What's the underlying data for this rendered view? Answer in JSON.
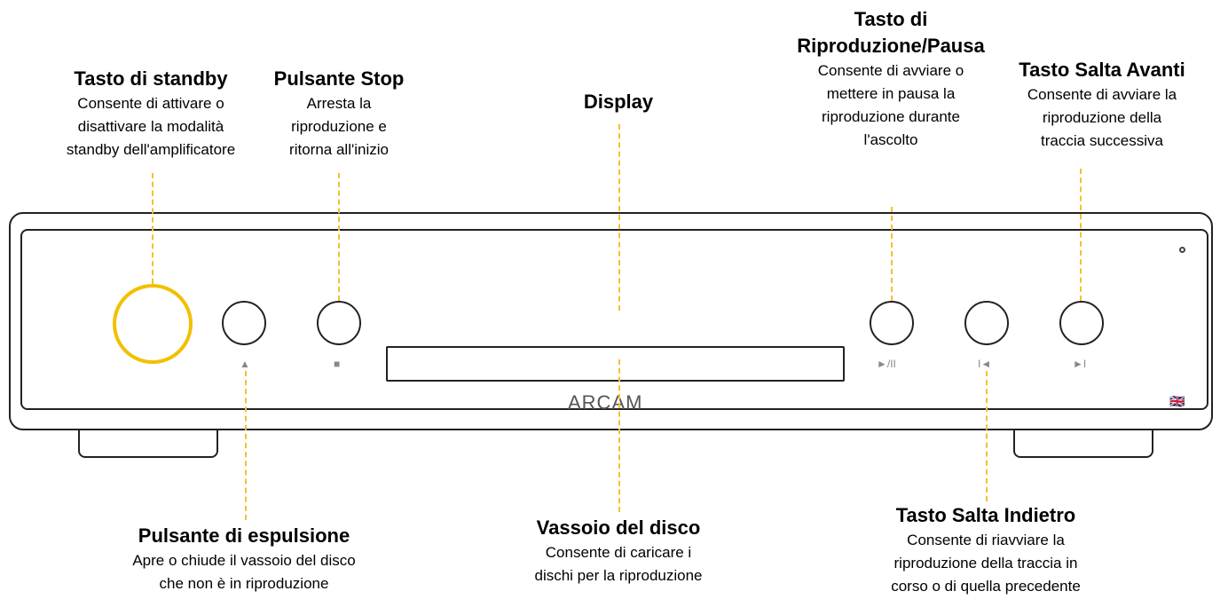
{
  "callouts": {
    "standby": {
      "title": "Tasto di standby",
      "desc": "Consente di attivare o\ndisattivare la modalità\nstandby dell'amplificatore"
    },
    "stop": {
      "title": "Pulsante Stop",
      "desc": "Arresta la\nriproduzione e\nritorna all'inizio"
    },
    "display": {
      "title": "Display"
    },
    "play_pause": {
      "title": "Tasto di\nRiproduzione/Pausa",
      "desc": "Consente di avviare o\nmettere in pausa la\nriproduzione durante\nl'ascolto"
    },
    "skip_forward": {
      "title": "Tasto Salta Avanti",
      "desc": "Consente di avviare la\nriproduzione della\ntraccia successiva"
    },
    "eject": {
      "title": "Pulsante di espulsione",
      "desc": "Apre o chiude il vassoio del disco\nche non è in riproduzione"
    },
    "disc_tray": {
      "title": "Vassoio del disco",
      "desc": "Consente di caricare i\ndischi per la riproduzione"
    },
    "skip_back": {
      "title": "Tasto Salta Indietro",
      "desc": "Consente di riavviare la\nriproduzione della traccia in\ncorso o di quella precedente"
    }
  },
  "device": {
    "brand": "ARCAM",
    "glyphs": {
      "eject": "▲",
      "stop": "■",
      "play_pause": "►/II",
      "skip_back": "I◄",
      "skip_forward": "►I"
    },
    "flag": "🇬🇧"
  },
  "colors": {
    "accent": "#f2c12e",
    "standby_ring": "#f2c000"
  }
}
